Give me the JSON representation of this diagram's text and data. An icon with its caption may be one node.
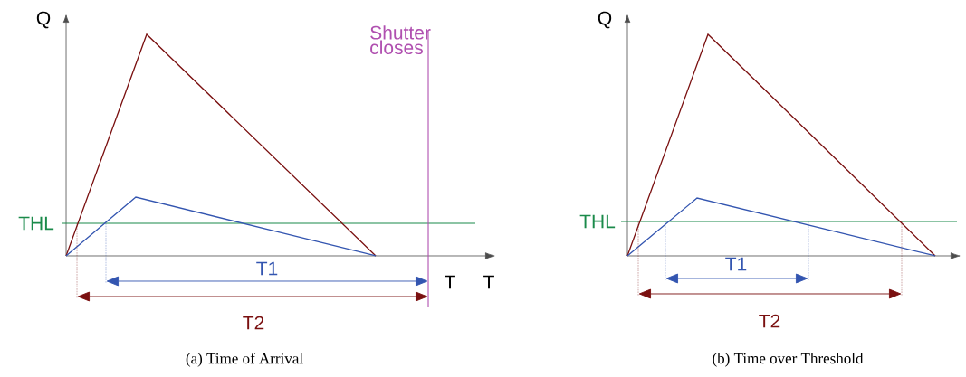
{
  "diagram": {
    "labels": [
      "Q",
      "Shutter closes",
      "THL",
      "T1",
      "T",
      "T",
      "T2",
      "(a) Time of Arrival",
      "Q",
      "THL",
      "T1",
      "T2",
      "(b) Time over Threshold"
    ]
  }
}
